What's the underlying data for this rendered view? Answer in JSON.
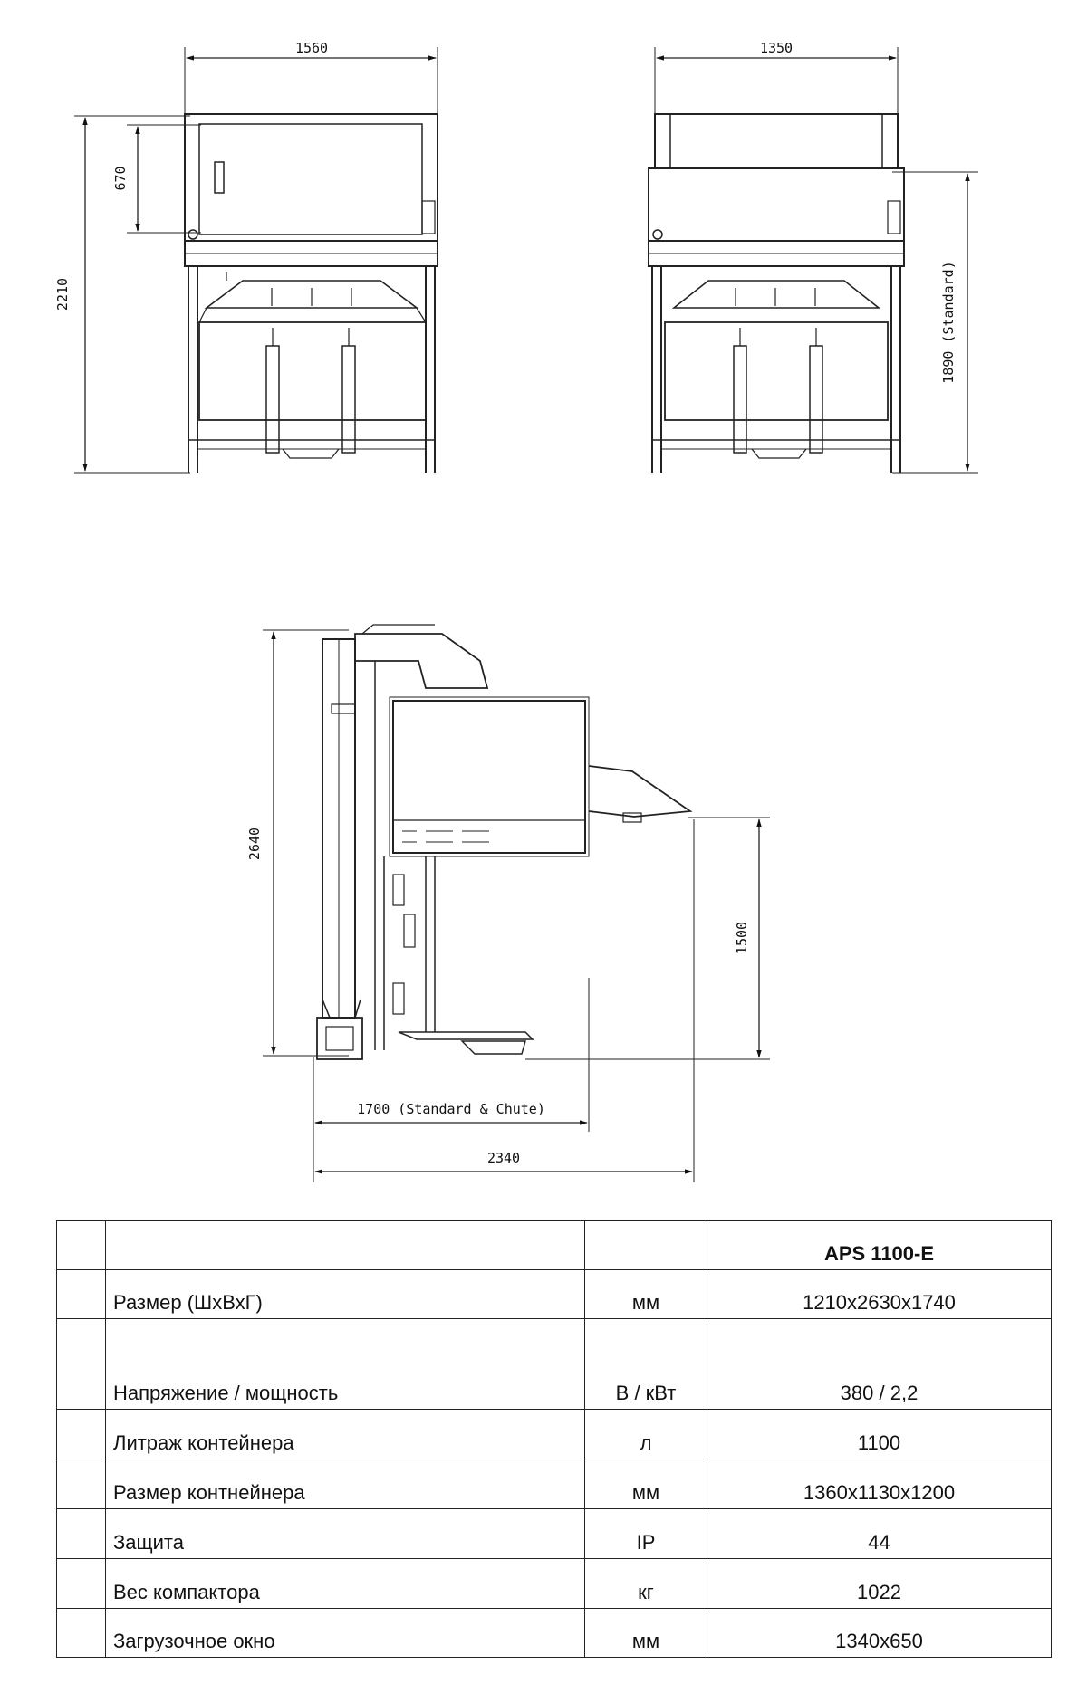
{
  "dimensions": {
    "front_width": "1560",
    "front_height": "2210",
    "front_hopper": "670",
    "side_width": "1350",
    "side_height": "1890 (Standard)",
    "profile_height": "2640",
    "profile_load": "1500",
    "profile_depth_standard": "1700 (Standard & Chute)",
    "profile_depth_total": "2340"
  },
  "table": {
    "model": "APS 1100-E",
    "rows": [
      {
        "param": "Размер (ШхВхГ)",
        "unit": "мм",
        "value": "1210x2630x1740"
      },
      {
        "param": "Напряжение / мощность",
        "unit": "В / кВт",
        "value": "380 / 2,2"
      },
      {
        "param": "Литраж контейнера",
        "unit": "л",
        "value": "1100"
      },
      {
        "param": "Размер контнейнера",
        "unit": "мм",
        "value": "1360x1130x1200"
      },
      {
        "param": "Защита",
        "unit": "IP",
        "value": "44"
      },
      {
        "param": "Вес компактора",
        "unit": "кг",
        "value": "1022"
      },
      {
        "param": "Загрузочное окно",
        "unit": "мм",
        "value": "1340x650"
      }
    ]
  }
}
